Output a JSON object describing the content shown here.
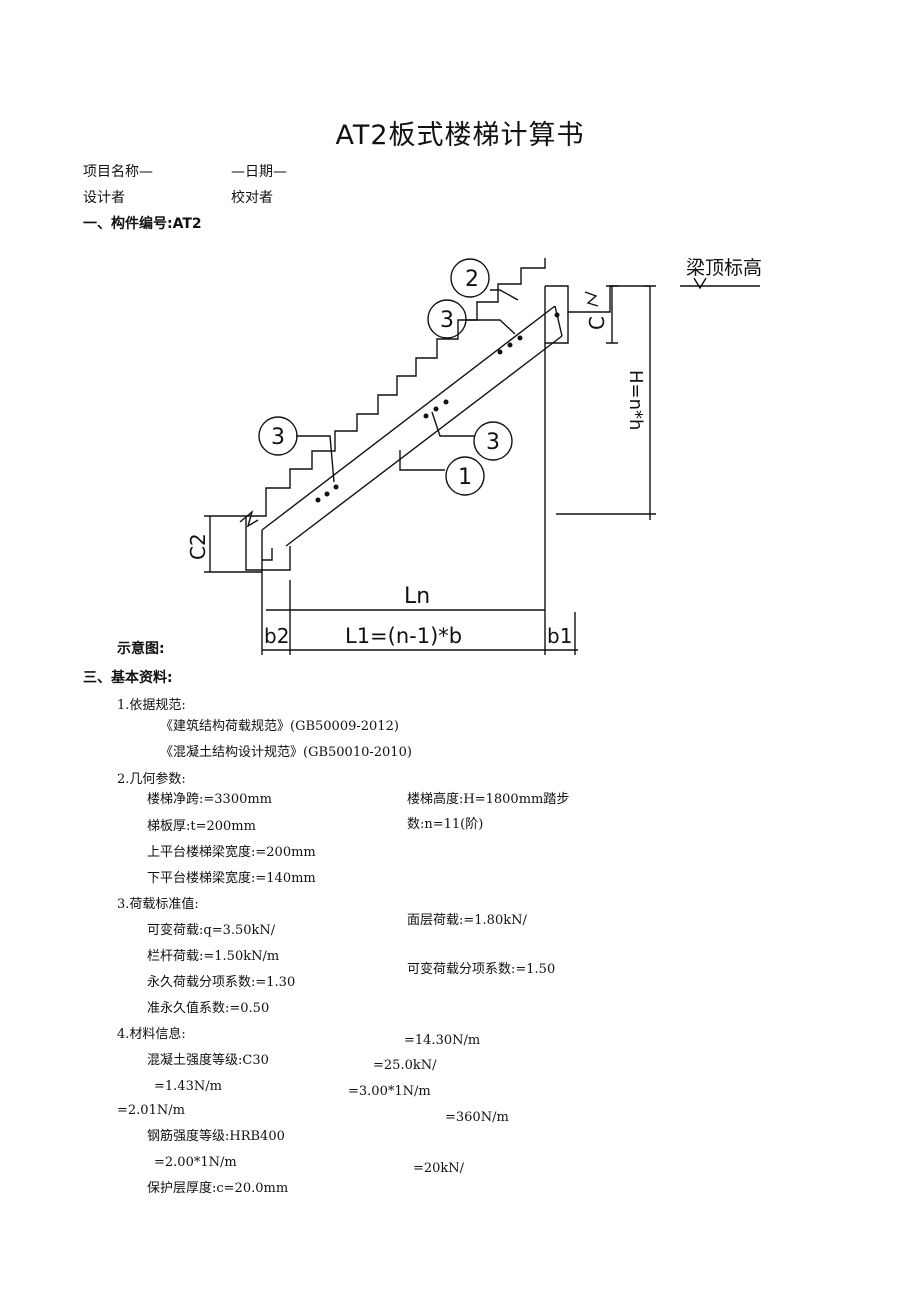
{
  "title": "AT2板式楼梯计算书",
  "header": {
    "project_name": "项目名称—",
    "date": "—日期—",
    "designer": "设计者",
    "checker": "校对者"
  },
  "section1": "一、构件编号:AT2",
  "diagram": {
    "label_beam_top": "梁顶标高",
    "label_ln": "Ln",
    "label_b2": "b2",
    "label_l1": "L1=(n-1)*b",
    "label_b1": "b1",
    "label_c2": "C2",
    "label_c": "C",
    "label_h": "H=n*h",
    "callout_1": "1",
    "callout_2": "2",
    "callout_3a": "3",
    "callout_3b": "3",
    "callout_3c": "3",
    "caption": "示意图:"
  },
  "section3": "三、基本资料:",
  "basis": {
    "heading": "1.依据规范:",
    "code1": "《建筑结构荷载规范》(GB50009-2012)",
    "code2": "《混凝土结构设计规范》(GB50010-2010)"
  },
  "geometry": {
    "heading": "2.几何参数:",
    "net_span": "楼梯净跨:=3300mm",
    "slab_thick": "梯板厚:t=200mm",
    "upper_beam": "上平台楼梯梁宽度:=200mm",
    "lower_beam": "下平台楼梯梁宽度:=140mm",
    "height_line1": "楼梯高度:H=1800mm踏步",
    "height_line2": "数:n=11(阶)"
  },
  "loads": {
    "heading": "3.荷载标准值:",
    "variable": "可变荷载:q=3.50kN/",
    "railing": "栏杆荷载:=1.50kN/m",
    "perm_factor": "永久荷载分项系数:=1.30",
    "quasi_perm": "准永久值系数:=0.50",
    "surface": "面层荷载:=1.80kN/",
    "var_factor": "可变荷载分项系数:=1.50"
  },
  "materials": {
    "heading": "4.材料信息:",
    "concrete": "混凝土强度等级:C30",
    "ft": "=1.43N/m",
    "ftk": "=2.01N/m",
    "fc": "=14.30N/m",
    "gamma_c": "=25.0kN/",
    "ec": "=3.00*1N/m",
    "steel": "钢筋强度等级:HRB400",
    "es": "=2.00*1N/m",
    "fy": "=360N/m",
    "gamma_s": "=20kN/",
    "cover": "保护层厚度:c=20.0mm"
  }
}
